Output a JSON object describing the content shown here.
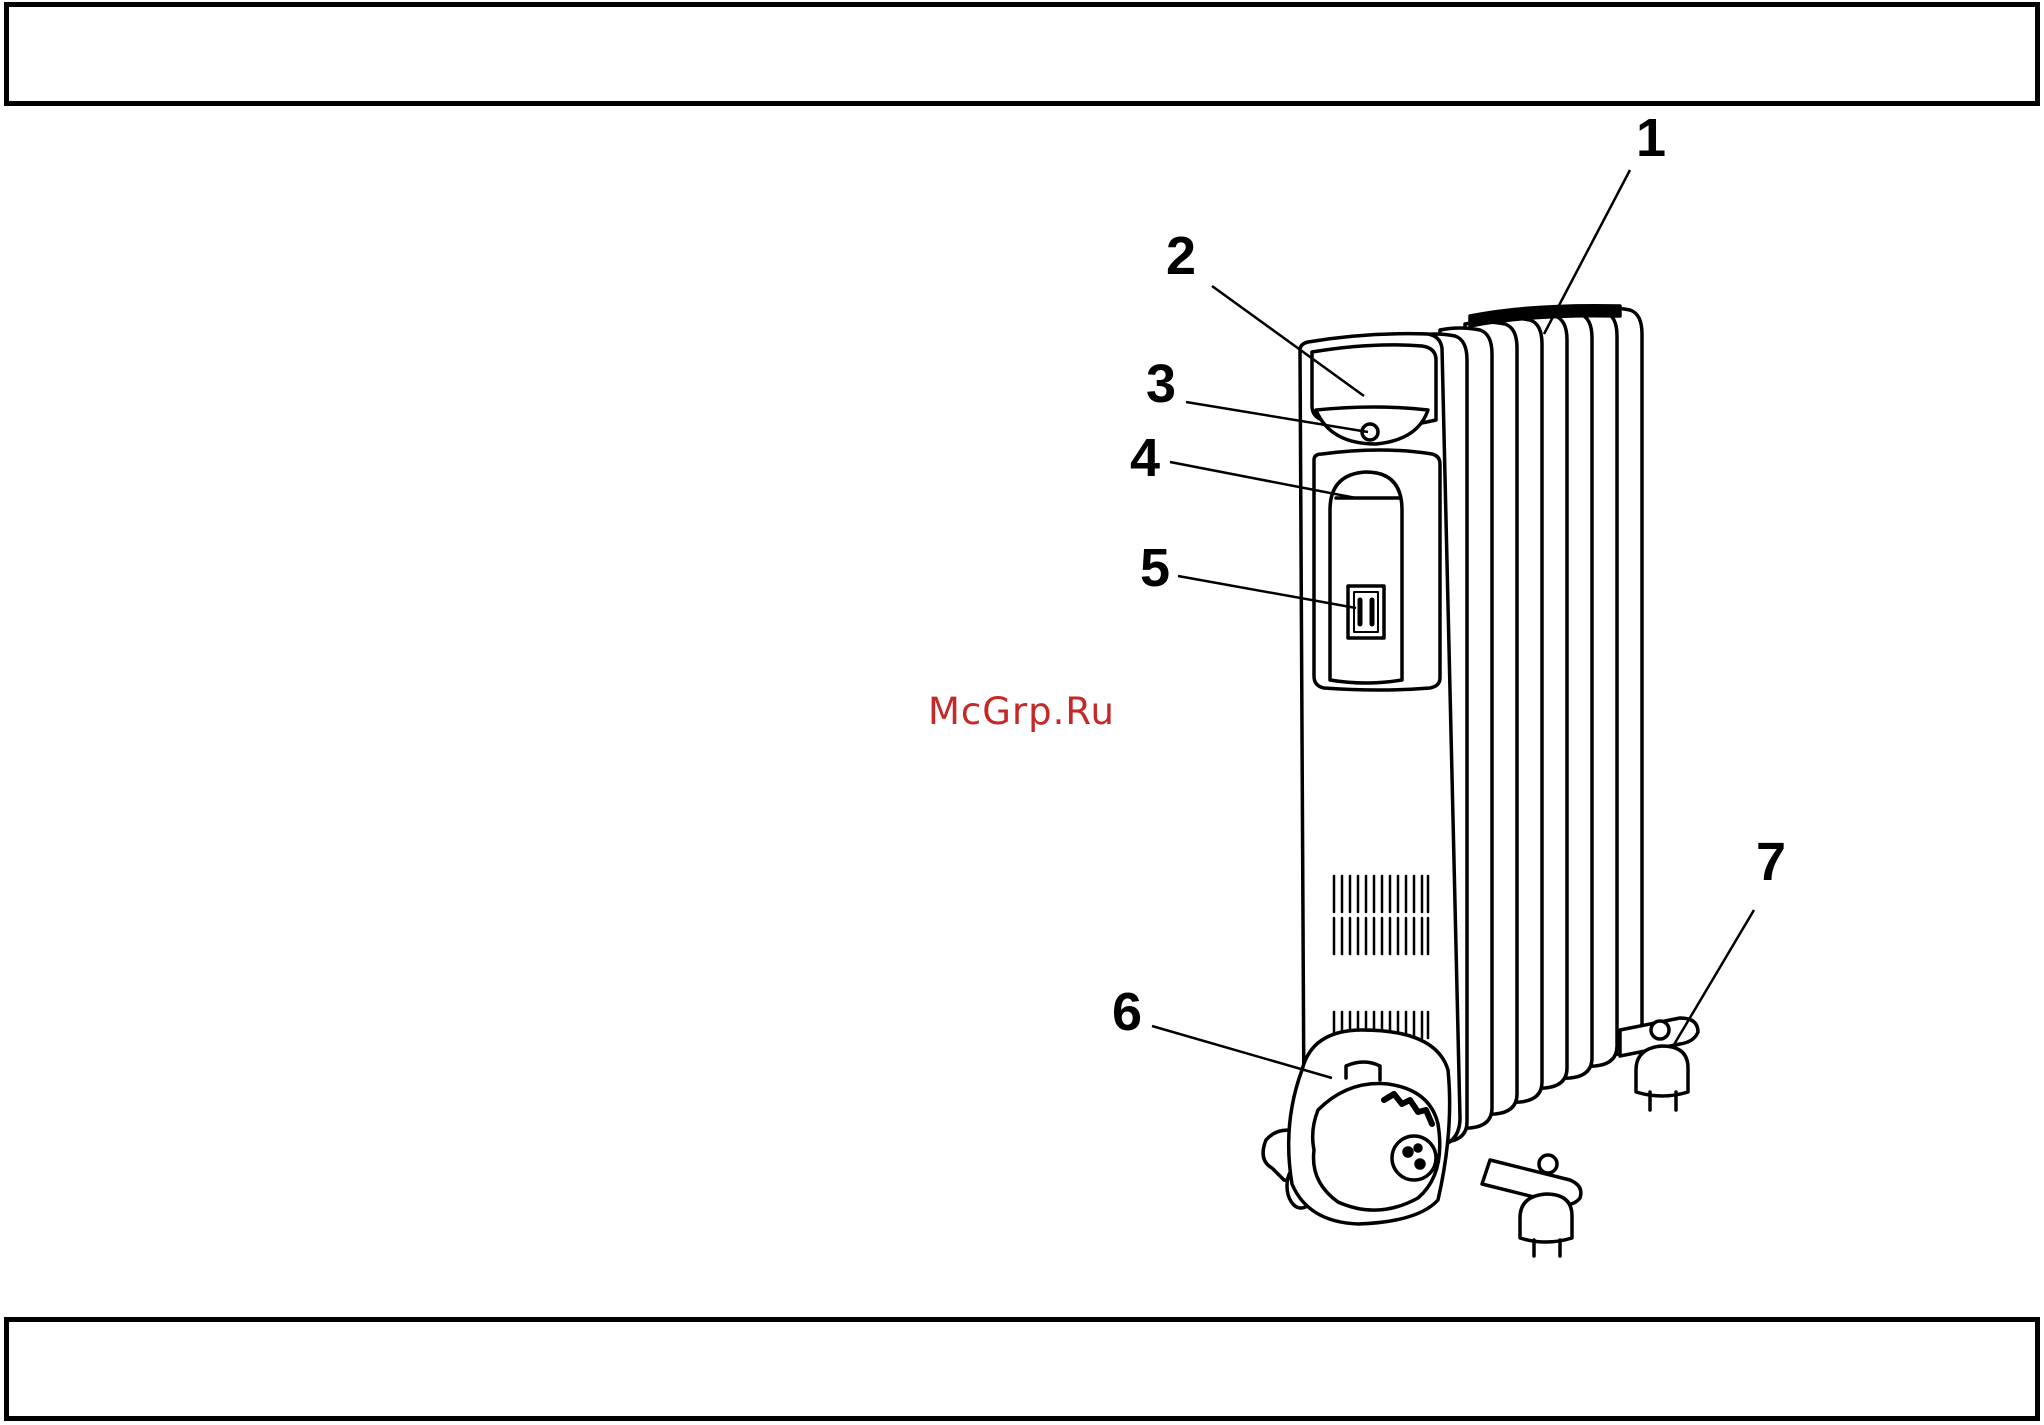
{
  "watermark": "McGrp.Ru",
  "callouts": [
    "1",
    "2",
    "3",
    "4",
    "5",
    "6",
    "7"
  ]
}
